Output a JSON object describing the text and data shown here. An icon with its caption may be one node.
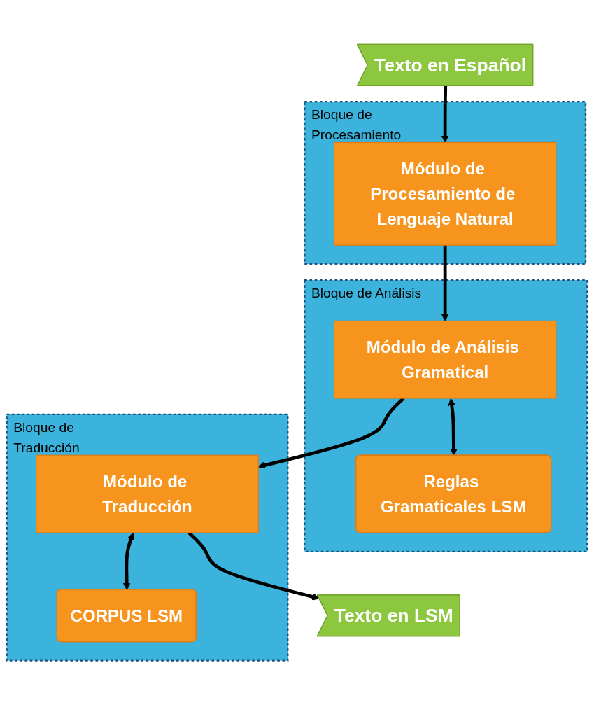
{
  "diagram": {
    "nodes": [
      {
        "text": [
          "Texto en Español"
        ]
      },
      {
        "text": [
          "Bloque de Procesamiento"
        ]
      },
      {
        "text": [
          "Módulo de Procesamiento de Lenguaje Natural"
        ],
        "in": 1
      },
      {
        "text": [
          "Bloque de Análisis"
        ]
      },
      {
        "text": [
          "Módulo de Análisis Gramatical"
        ],
        "in": 3
      },
      {
        "text": [
          "Reglas Gramaticales LSM"
        ],
        "in": 3
      },
      {
        "text": [
          "Bloque de Traducción"
        ]
      },
      {
        "text": [
          "Módulo de Traducción"
        ],
        "in": 6
      },
      {
        "text": [
          "CORPUS LSM"
        ],
        "in": 6
      },
      {
        "text": [
          "Texto en LSM"
        ]
      }
    ],
    "edges": [
      {
        "from": 0,
        "to": 2,
        "arrow": "to"
      },
      {
        "from": 2,
        "to": 4,
        "arrow": "to"
      },
      {
        "from": 4,
        "to": 5,
        "arrow": "both"
      },
      {
        "from": 4,
        "to": 7,
        "arrow": "to"
      },
      {
        "from": 7,
        "to": 8,
        "arrow": "both"
      },
      {
        "from": 7,
        "to": 9,
        "arrow": "to"
      }
    ]
  }
}
